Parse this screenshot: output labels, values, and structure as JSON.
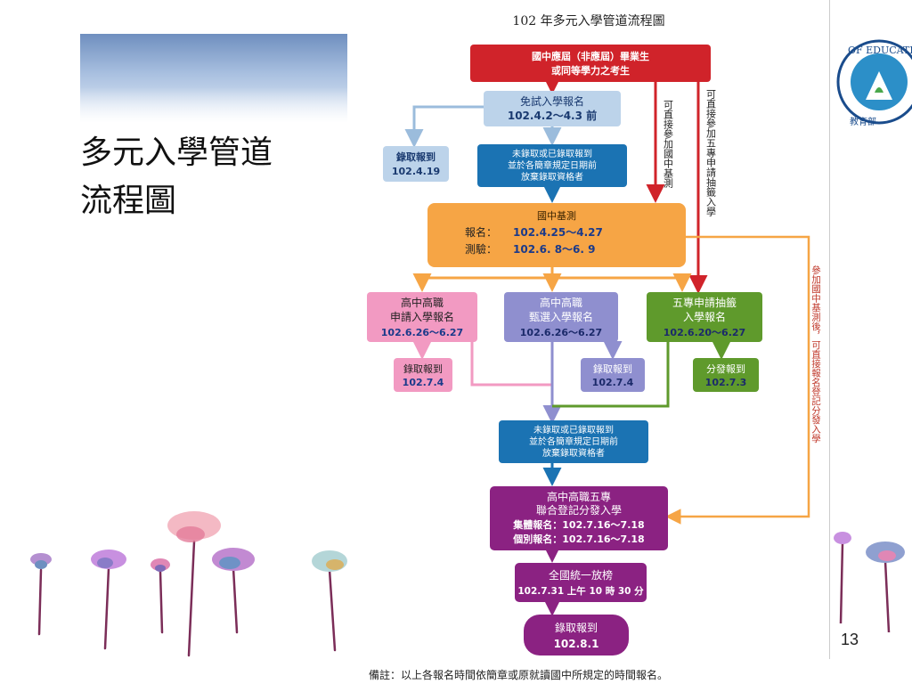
{
  "slide": {
    "title_line1": "多元入學管道",
    "title_line2": "流程圖",
    "page_number": "13"
  },
  "seal": {
    "text_top": "OF EDUCATION",
    "text_bottom": "教育部"
  },
  "flowchart": {
    "heading": "102 年多元入學管道流程圖",
    "start": {
      "line1": "國中應屆（非應屆）畢業生",
      "line2": "或同等學力之考生"
    },
    "exempt": {
      "line1": "免試入學報名",
      "line2": "102.4.2～4.3 前"
    },
    "exempt_result": {
      "line1": "錄取報到",
      "line2": "102.4.19"
    },
    "exempt_giveup": {
      "line1": "未錄取或已錄取報到",
      "line2": "並於各簡章規定日期前",
      "line3": "放棄錄取資格者"
    },
    "side_label_1": "可直接參加國中基測",
    "side_label_2": "可直接參加五專申請抽籤入學",
    "exam": {
      "title": "國中基測",
      "reg_label": "報名：",
      "reg_date": "102.4.25～4.27",
      "test_label": "測驗：",
      "test_date": "102.6. 8～6. 9"
    },
    "box_apply": {
      "line1": "高中高職",
      "line2": "申請入學報名",
      "line3": "102.6.26～6.27"
    },
    "box_select": {
      "line1": "高中高職",
      "line2": "甄選入學報名",
      "line3": "102.6.26～6.27"
    },
    "box_five": {
      "line1": "五專申請抽籤",
      "line2": "入學報名",
      "line3": "102.6.20～6.27"
    },
    "res_apply": {
      "line1": "錄取報到",
      "line2": "102.7.4"
    },
    "res_select": {
      "line1": "錄取報到",
      "line2": "102.7.4"
    },
    "res_five": {
      "line1": "分發報到",
      "line2": "102.7.3"
    },
    "giveup2": {
      "line1": "未錄取或已錄取報到",
      "line2": "並於各簡章規定日期前",
      "line3": "放棄錄取資格者"
    },
    "joint": {
      "line1": "高中高職五專",
      "line2": "聯合登記分發入學",
      "line3": "集體報名：102.7.16～7.18",
      "line4": "個別報名：102.7.16～7.18"
    },
    "release": {
      "line1": "全國統一放榜",
      "line2": "102.7.31 上午 10 時 30 分"
    },
    "final": {
      "line1": "錄取報到",
      "line2": "102.8.1"
    },
    "side_label_3": "參加國中基測後，可直接報名登記分發入學",
    "footnote": "備註：以上各報名時間依簡章或原就讀國中所規定的時間報名。"
  },
  "colors": {
    "red": "#d0232a",
    "light_blue": "#bcd3ea",
    "dark_blue": "#1b73b3",
    "orange": "#f6a545",
    "pink": "#f29ac2",
    "lavender": "#8f8fcf",
    "green": "#5f9a2c",
    "purple": "#8b2282"
  }
}
